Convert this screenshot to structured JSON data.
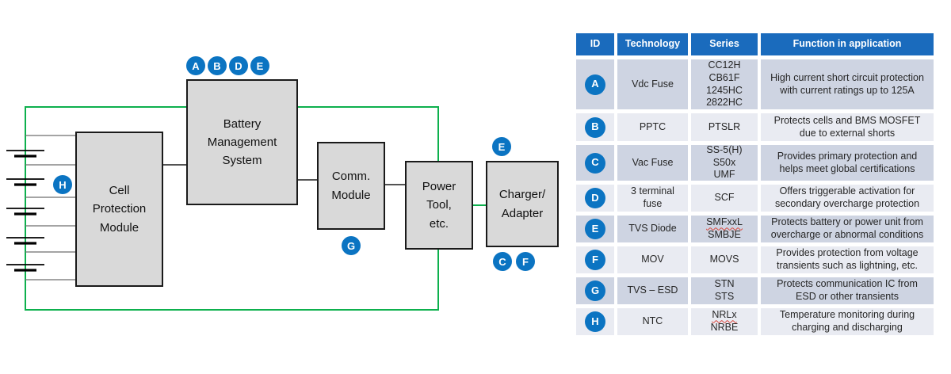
{
  "diagram": {
    "boxes": {
      "cell_protection": "Cell\nProtection\nModule",
      "bms": "Battery\nManagement\nSystem",
      "comm": "Comm.\nModule",
      "power_tool": "Power\nTool,\netc.",
      "charger": "Charger/\nAdapter"
    },
    "badges": {
      "bms_row": [
        "A",
        "B",
        "D",
        "E"
      ],
      "battery": "H",
      "comm": "G",
      "charger_top": "E",
      "charger_bottom": [
        "C",
        "F"
      ]
    },
    "colors": {
      "wire_green": "#0db04d",
      "wire_black": "#1a1a1a",
      "box_fill": "#d9d9d9",
      "badge_blue": "#0b74c2"
    }
  },
  "table": {
    "headers": [
      "ID",
      "Technology",
      "Series",
      "Function in application"
    ],
    "colors": {
      "header_bg": "#1a6bbd",
      "row_odd": "#ced4e2",
      "row_even": "#e9ebf2",
      "badge_blue": "#0b74c2"
    },
    "rows": [
      {
        "id": "A",
        "technology": "Vdc Fuse",
        "series": [
          {
            "text": "CC12H"
          },
          {
            "text": "CB61F"
          },
          {
            "text": "1245HC"
          },
          {
            "text": "2822HC"
          }
        ],
        "function": "High current short circuit protection\nwith current ratings up to 125A"
      },
      {
        "id": "B",
        "technology": "PPTC",
        "series": [
          {
            "text": "PTSLR"
          }
        ],
        "function": "Protects cells and BMS MOSFET\ndue to external shorts"
      },
      {
        "id": "C",
        "technology": "Vac Fuse",
        "series": [
          {
            "text": "SS-5(H)"
          },
          {
            "text": "S50x"
          },
          {
            "text": "UMF"
          }
        ],
        "function": "Provides primary protection and\nhelps meet global certifications"
      },
      {
        "id": "D",
        "technology": "3 terminal\nfuse",
        "series": [
          {
            "text": "SCF"
          }
        ],
        "function": "Offers triggerable activation for\nsecondary overcharge protection"
      },
      {
        "id": "E",
        "technology": "TVS Diode",
        "series": [
          {
            "text": "SMFxxL",
            "wavy": true
          },
          {
            "text": "SMBJE"
          }
        ],
        "function": "Protects battery or power unit from\novercharge or abnormal conditions"
      },
      {
        "id": "F",
        "technology": "MOV",
        "series": [
          {
            "text": "MOVS"
          }
        ],
        "function": "Provides protection from voltage\ntransients such as lightning, etc."
      },
      {
        "id": "G",
        "technology": "TVS – ESD",
        "series": [
          {
            "text": "STN"
          },
          {
            "text": "STS"
          }
        ],
        "function": "Protects communication IC from\nESD or other transients"
      },
      {
        "id": "H",
        "technology": "NTC",
        "series": [
          {
            "text": "NRLx",
            "wavy": true
          },
          {
            "text": "NRBE"
          }
        ],
        "function": "Temperature monitoring during\ncharging and discharging"
      }
    ]
  }
}
